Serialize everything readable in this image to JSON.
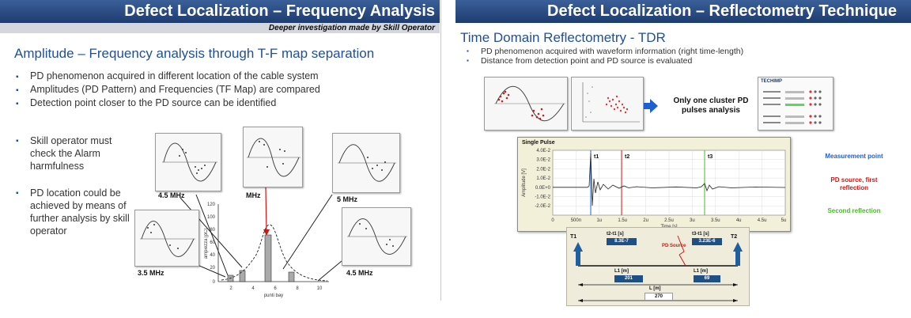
{
  "left": {
    "title": "Defect Localization – Frequency Analysis",
    "subtitle": "Deeper investigation made by Skill Operator",
    "heading": "Amplitude – Frequency analysis through T-F map separation",
    "bullets": [
      "PD phenomenon acquired in different location of the cable system",
      "Amplitudes (PD Pattern) and Frequencies (TF Map) are compared",
      "Detection point closer to the PD source can be identified"
    ],
    "side_bullets": [
      "Skill operator must check the Alarm harmfulness",
      "PD location could be achieved by means of further analysis by skill operator"
    ],
    "panel_labels": [
      "4.5 MHz",
      "MHz",
      "5 MHz",
      "3.5 MHz",
      "4.5 MHz"
    ],
    "histogram": {
      "ylabel": "ampiezza [pC]",
      "xlabel": "punti bay",
      "yticks": [
        "120",
        "100",
        "80",
        "60",
        "40",
        "20",
        "0"
      ],
      "xticks": [
        "2",
        "4",
        "6",
        "8",
        "10"
      ]
    }
  },
  "right": {
    "title": "Defect Localization – Reflectometry Technique",
    "heading": "Time Domain Reflectometry - TDR",
    "bullets": [
      "PD phenomenon acquired with waveform information (right time-length)",
      "Distance from detection point and PD source is evaluated"
    ],
    "cluster_text": "Only one cluster PD pulses analysis",
    "techimp_logo": "TECHIMP",
    "chart": {
      "title": "Single Pulse",
      "ylabel": "Amplitude [V]",
      "xlabel": "Time [s]",
      "yticks": [
        "4.0E-2",
        "3.0E-2",
        "2.0E-2",
        "1.0E-2",
        "0.0E+0",
        "-1.0E-2",
        "-2.0E-2"
      ],
      "xticks": [
        "0",
        "500n",
        "1u",
        "1.5u",
        "2u",
        "2.5u",
        "3u",
        "3.5u",
        "4u",
        "4.5u",
        "5u"
      ],
      "markers": [
        "t1",
        "t2",
        "t3"
      ]
    },
    "legend": {
      "measurement": "Measurement point",
      "pd_source": "PD source, first reflection",
      "second": "Second reflection"
    },
    "legend_colors": {
      "measurement": "#1f5fd0",
      "pd_source": "#d11616",
      "second": "#4ab82a"
    },
    "diagram": {
      "t1": "T1",
      "t2": "T2",
      "t21_label": "t2-t1 [s]",
      "t21_value": "8.3E-7",
      "t31_label": "t3-t1 [s]",
      "t31_value": "3.23E-6",
      "pd_source": "PD Source",
      "l1_label": "L1 [m]",
      "l1_value": "201",
      "l2_label": "L1 [m]",
      "l2_value": "69",
      "l_label": "L [m]",
      "l_value": "270"
    }
  }
}
